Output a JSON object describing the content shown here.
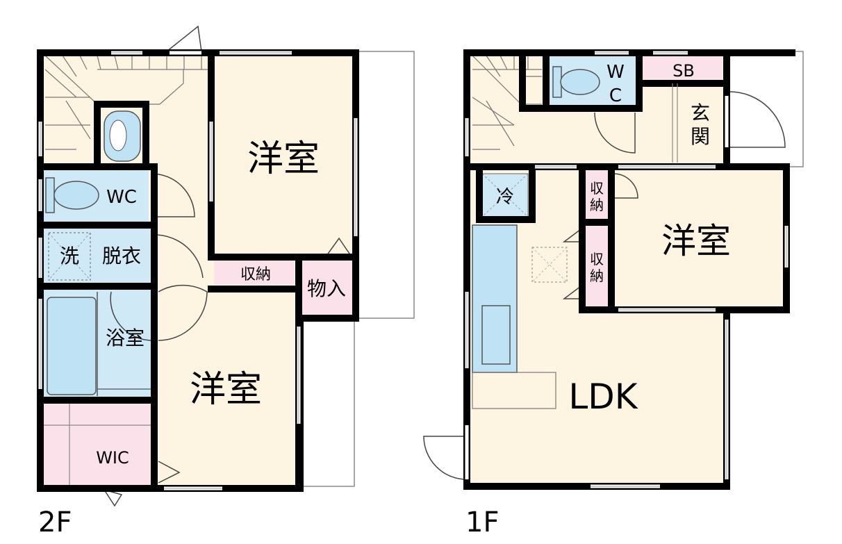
{
  "floors": {
    "second": {
      "label": "2F",
      "rooms": {
        "western_north": "洋室",
        "western_south": "洋室",
        "wc": "WC",
        "washer": "洗",
        "dressing": "脱衣",
        "bath": "浴室",
        "wic": "WIC",
        "storage": "収納",
        "closet": "物入"
      }
    },
    "first": {
      "label": "1F",
      "rooms": {
        "wc_top": "W",
        "wc_bottom": "C",
        "sb": "SB",
        "entrance_top": "玄",
        "entrance_bottom": "関",
        "fridge": "冷",
        "storage_a_top": "収",
        "storage_a_bottom": "納",
        "storage_b_top": "収",
        "storage_b_bottom": "納",
        "western": "洋室",
        "ldk": "LDK"
      }
    }
  },
  "colors": {
    "wall": "#000000",
    "room_beige": "#fdf5e2",
    "wet_blue": "#cfe9f7",
    "storage_pink": "#fbe2ea",
    "fixture_blue": "#bfe3f5"
  }
}
